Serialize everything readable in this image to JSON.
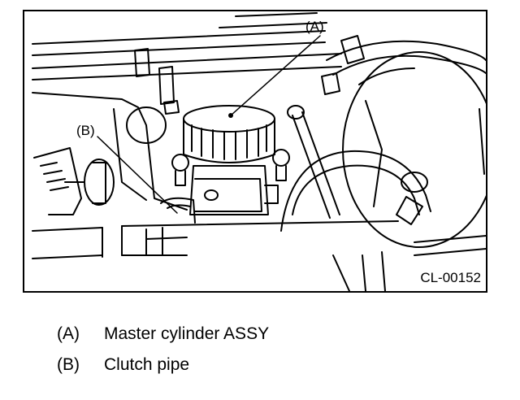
{
  "figure": {
    "id": "CL-00152",
    "callouts": [
      {
        "key": "(A)"
      },
      {
        "key": "(B)"
      }
    ]
  },
  "legend": [
    {
      "key": "(A)",
      "text": "Master cylinder ASSY"
    },
    {
      "key": "(B)",
      "text": "Clutch pipe"
    }
  ],
  "colors": {
    "ink": "#000000",
    "paper": "#ffffff"
  }
}
